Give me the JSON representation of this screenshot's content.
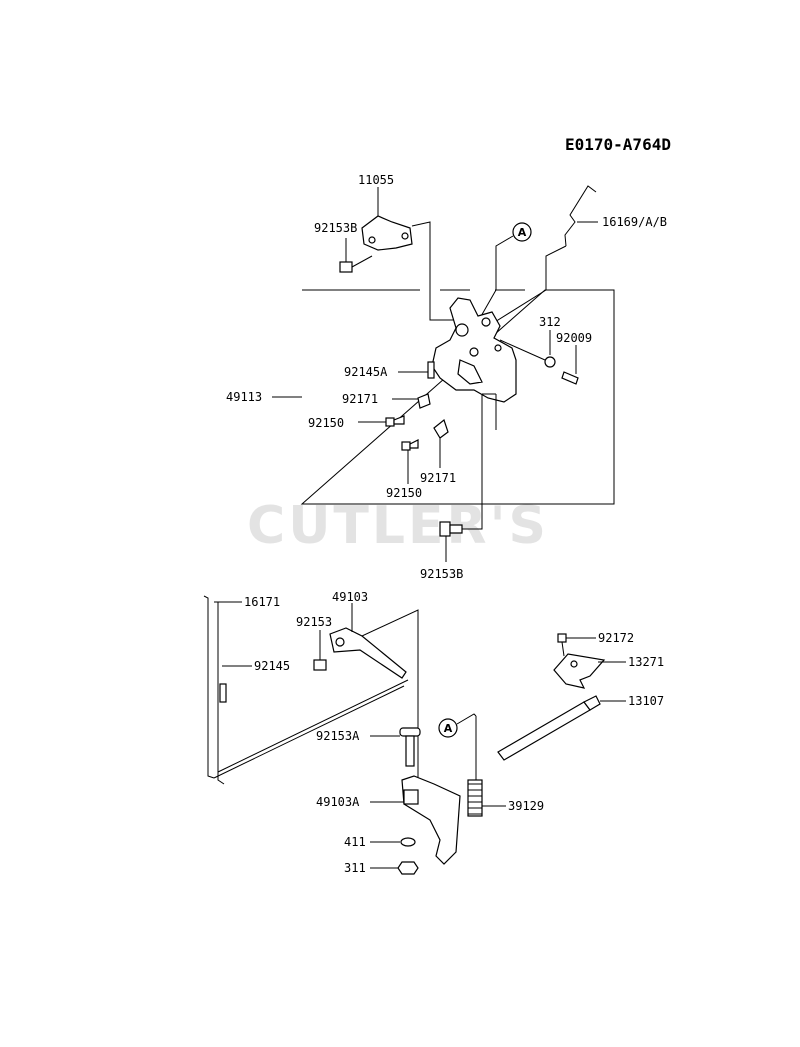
{
  "diagram_code": "E0170-A764D",
  "watermark": "CUTLER'S",
  "callout_ref": "A",
  "labels": {
    "p11055": "11055",
    "p92153B_top": "92153B",
    "p16169": "16169/A/B",
    "p312": "312",
    "p92009": "92009",
    "p92145A": "92145A",
    "p49113": "49113",
    "p92171_a": "92171",
    "p92150_a": "92150",
    "p92171_b": "92171",
    "p92150_b": "92150",
    "p92153B_bottom": "92153B",
    "p16171": "16171",
    "p49103": "49103",
    "p92153": "92153",
    "p92145": "92145",
    "p92172": "92172",
    "p13271": "13271",
    "p13107": "13107",
    "p92153A": "92153A",
    "p49103A": "49103A",
    "p39129": "39129",
    "p411": "411",
    "p311": "311"
  }
}
